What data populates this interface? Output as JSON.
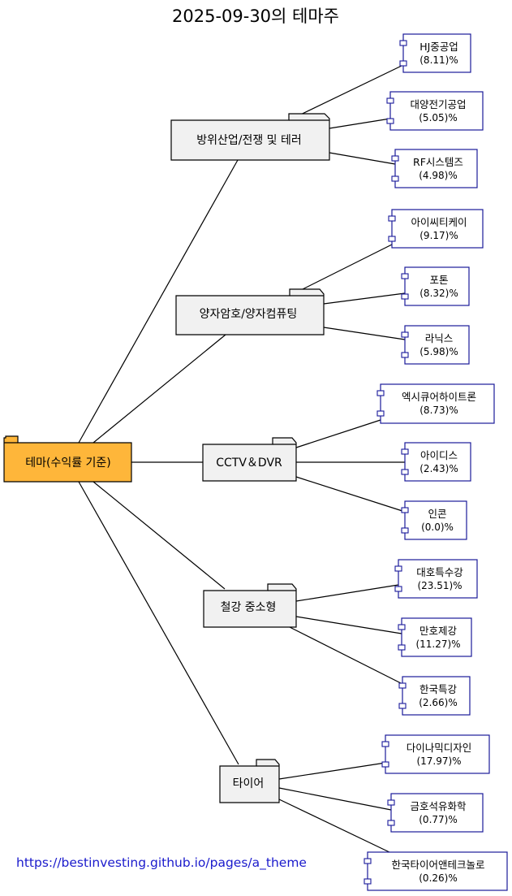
{
  "title": "2025-09-30의 테마주",
  "root": {
    "label": "테마(수익률 기준)"
  },
  "themes": [
    {
      "label": "방위산업/전쟁 및 테러",
      "stocks": [
        {
          "name": "HJ중공업",
          "pct": "(8.11)%"
        },
        {
          "name": "대양전기공업",
          "pct": "(5.05)%"
        },
        {
          "name": "RF시스템즈",
          "pct": "(4.98)%"
        }
      ]
    },
    {
      "label": "양자암호/양자컴퓨팅",
      "stocks": [
        {
          "name": "아이씨티케이",
          "pct": "(9.17)%"
        },
        {
          "name": "포톤",
          "pct": "(8.32)%"
        },
        {
          "name": "라닉스",
          "pct": "(5.98)%"
        }
      ]
    },
    {
      "label": "CCTV＆DVR",
      "stocks": [
        {
          "name": "엑시큐어하이트론",
          "pct": "(8.73)%"
        },
        {
          "name": "아이디스",
          "pct": "(2.43)%"
        },
        {
          "name": "인콘",
          "pct": "(0.0)%"
        }
      ]
    },
    {
      "label": "철강 중소형",
      "stocks": [
        {
          "name": "대호특수강",
          "pct": "(23.51)%"
        },
        {
          "name": "만호제강",
          "pct": "(11.27)%"
        },
        {
          "name": "한국특강",
          "pct": "(2.66)%"
        }
      ]
    },
    {
      "label": "타이어",
      "stocks": [
        {
          "name": "다이나믹디자인",
          "pct": "(17.97)%"
        },
        {
          "name": "금호석유화학",
          "pct": "(0.77)%"
        },
        {
          "name": "한국타이어앤테크놀로",
          "pct": "(0.26)%"
        }
      ]
    }
  ],
  "footer": {
    "url": "https://bestinvesting.github.io/pages/a_theme"
  }
}
